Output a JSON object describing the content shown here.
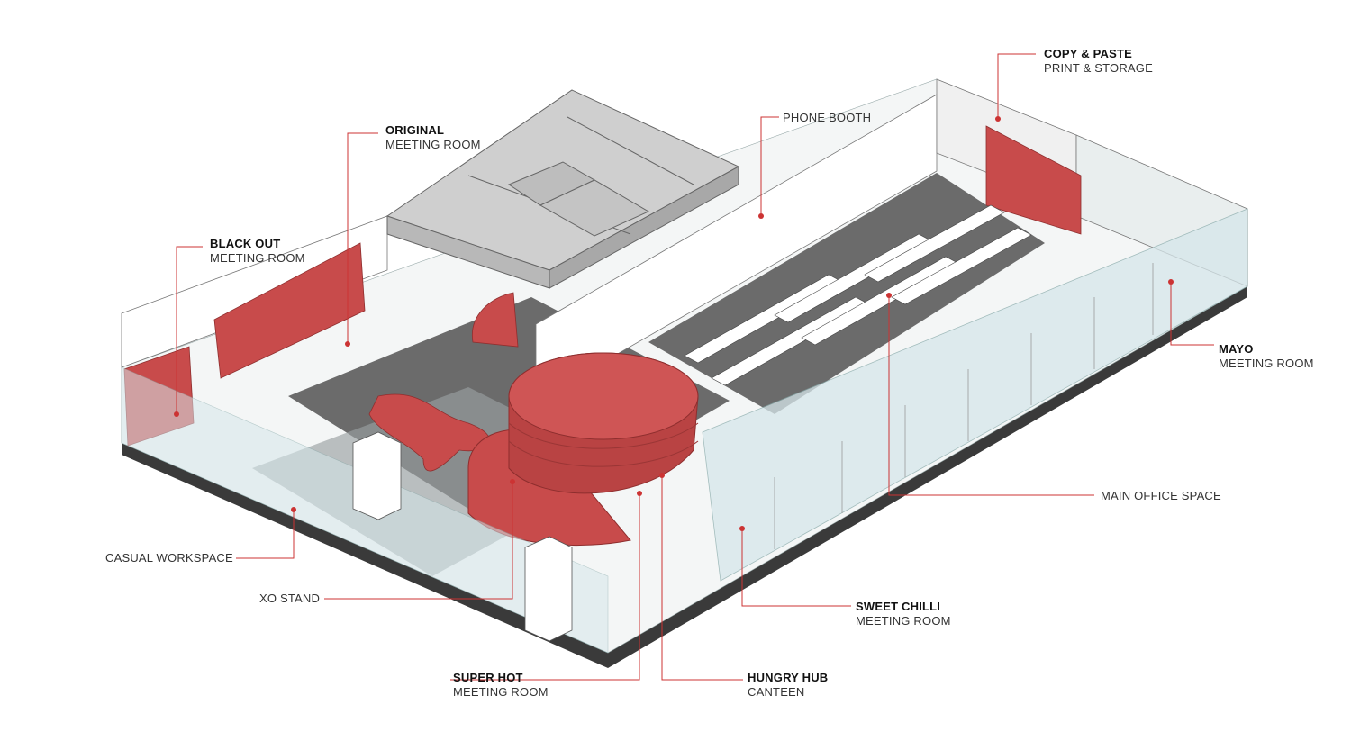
{
  "labels": {
    "copy_paste": {
      "title": "COPY & PASTE",
      "subtitle": "PRINT & STORAGE"
    },
    "original": {
      "title": "ORIGINAL",
      "subtitle": "MEETING ROOM"
    },
    "phone_booth": {
      "subtitle": "PHONE BOOTH"
    },
    "black_out": {
      "title": "BLACK OUT",
      "subtitle": "MEETING ROOM"
    },
    "mayo": {
      "title": "MAYO",
      "subtitle": "MEETING ROOM"
    },
    "main_office": {
      "subtitle": "MAIN OFFICE SPACE"
    },
    "casual_workspace": {
      "subtitle": "CASUAL WORKSPACE"
    },
    "xo_stand": {
      "subtitle": "XO STAND"
    },
    "sweet_chilli": {
      "title": "SWEET CHILLI",
      "subtitle": "MEETING ROOM"
    },
    "super_hot": {
      "title": "SUPER HOT",
      "subtitle": "MEETING ROOM"
    },
    "hungry_hub": {
      "title": "HUNGRY HUB",
      "subtitle": "CANTEEN"
    }
  },
  "colors": {
    "accent_red": "#c84b4b",
    "leader_red": "#cc3333",
    "floor_grey": "#6b6b6b",
    "wall_white": "#ffffff",
    "glass": "#d6e6ea",
    "base_dark": "#3a3a3a"
  }
}
